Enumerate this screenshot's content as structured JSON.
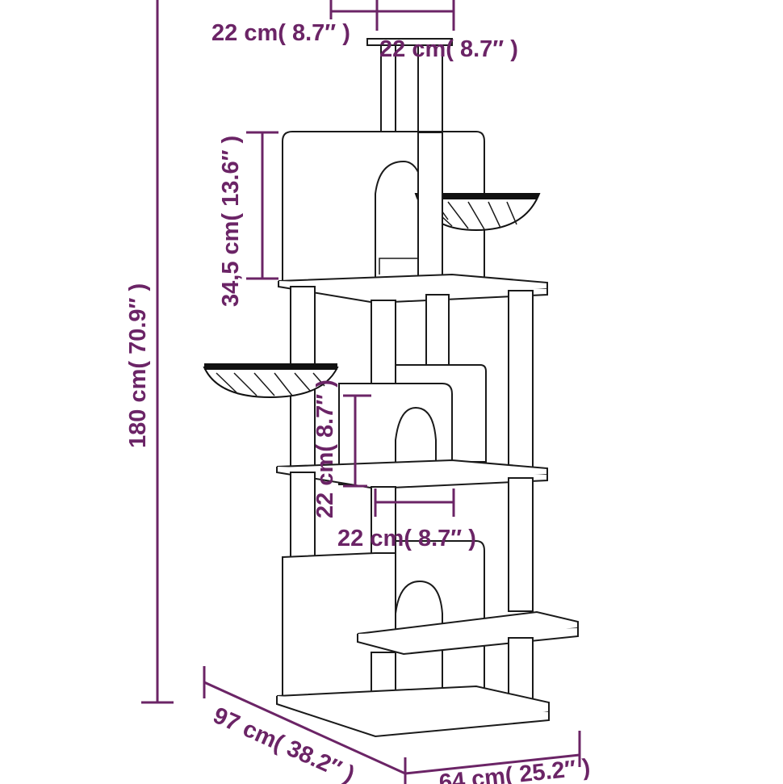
{
  "labels": {
    "top_left_width": "22 cm( 8.7″  )",
    "top_right_width": "22 cm( 8.7″  )",
    "upper_house_height": "34,5 cm( 13.6″  )",
    "total_height": "180 cm( 70.9″  )",
    "middle_house_height": "22 cm( 8.7″  )",
    "middle_house_width": "22 cm( 8.7″  )",
    "base_depth": "97 cm( 38.2″  )",
    "base_width": "64 cm( 25.2″  )"
  },
  "colors": {
    "dimension": "#6b2466",
    "outline": "#1a1a1a",
    "background": "#ffffff"
  }
}
